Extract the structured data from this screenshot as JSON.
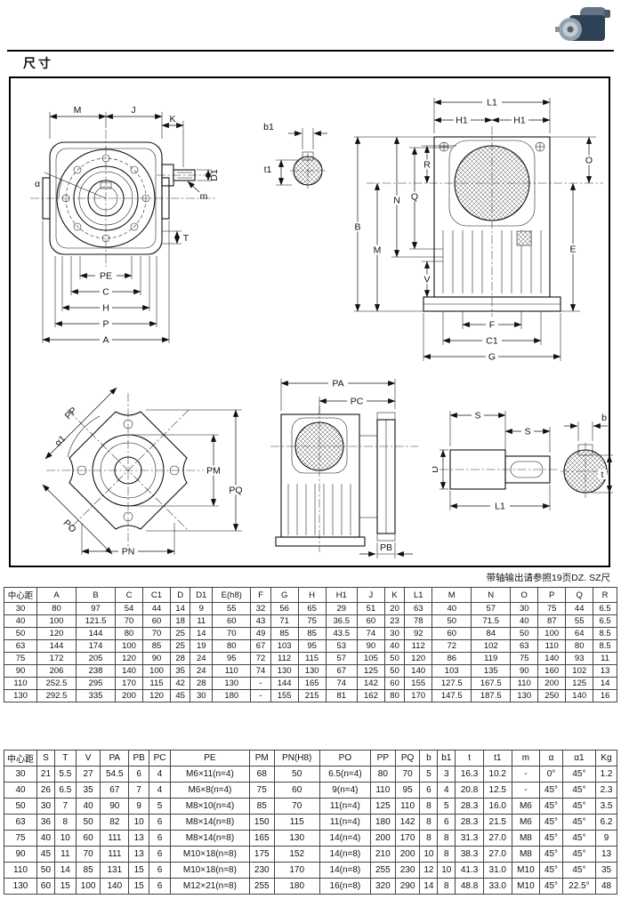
{
  "page": {
    "title": "尺寸",
    "note": "带轴输出请参照19页DZ. SZ尺"
  },
  "labels": {
    "front": {
      "M": "M",
      "J": "J",
      "K": "K",
      "D1": "D1",
      "alpha": "α",
      "T": "T",
      "m": "m",
      "PE": "PE",
      "C": "C",
      "H": "H",
      "P": "P",
      "A": "A"
    },
    "key1": {
      "b1": "b1",
      "t1": "t1"
    },
    "side": {
      "L1": "L1",
      "H1a": "H1",
      "H1b": "H1",
      "B": "B",
      "M": "M",
      "N": "N",
      "Q": "Q",
      "R": "R",
      "V": "V",
      "O": "O",
      "E": "E",
      "F": "F",
      "C1": "C1",
      "G": "G"
    },
    "flange": {
      "PP": "PP",
      "alpha1": "α1",
      "PM": "PM",
      "PQ": "PQ",
      "PO": "PO",
      "PN": "PN"
    },
    "mount": {
      "PA": "PA",
      "PC": "PC",
      "PB": "PB"
    },
    "shaft": {
      "S1": "S",
      "S2": "S",
      "D": "D",
      "L1": "L1",
      "b": "b",
      "t": "t"
    }
  },
  "tables": {
    "dim1": {
      "headers": [
        "中心距",
        "A",
        "B",
        "C",
        "C1",
        "D",
        "D1",
        "E(h8)",
        "F",
        "G",
        "H",
        "H1",
        "J",
        "K",
        "L1",
        "M",
        "N",
        "O",
        "P",
        "Q",
        "R"
      ],
      "rows": [
        [
          "30",
          "80",
          "97",
          "54",
          "44",
          "14",
          "9",
          "55",
          "32",
          "56",
          "65",
          "29",
          "51",
          "20",
          "63",
          "40",
          "57",
          "30",
          "75",
          "44",
          "6.5"
        ],
        [
          "40",
          "100",
          "121.5",
          "70",
          "60",
          "18",
          "11",
          "60",
          "43",
          "71",
          "75",
          "36.5",
          "60",
          "23",
          "78",
          "50",
          "71.5",
          "40",
          "87",
          "55",
          "6.5"
        ],
        [
          "50",
          "120",
          "144",
          "80",
          "70",
          "25",
          "14",
          "70",
          "49",
          "85",
          "85",
          "43.5",
          "74",
          "30",
          "92",
          "60",
          "84",
          "50",
          "100",
          "64",
          "8.5"
        ],
        [
          "63",
          "144",
          "174",
          "100",
          "85",
          "25",
          "19",
          "80",
          "67",
          "103",
          "95",
          "53",
          "90",
          "40",
          "112",
          "72",
          "102",
          "63",
          "110",
          "80",
          "8.5"
        ],
        [
          "75",
          "172",
          "205",
          "120",
          "90",
          "28",
          "24",
          "95",
          "72",
          "112",
          "115",
          "57",
          "105",
          "50",
          "120",
          "86",
          "119",
          "75",
          "140",
          "93",
          "11"
        ],
        [
          "90",
          "206",
          "238",
          "140",
          "100",
          "35",
          "24",
          "110",
          "74",
          "130",
          "130",
          "67",
          "125",
          "50",
          "140",
          "103",
          "135",
          "90",
          "160",
          "102",
          "13"
        ],
        [
          "110",
          "252.5",
          "295",
          "170",
          "115",
          "42",
          "28",
          "130",
          "-",
          "144",
          "165",
          "74",
          "142",
          "60",
          "155",
          "127.5",
          "167.5",
          "110",
          "200",
          "125",
          "14"
        ],
        [
          "130",
          "292.5",
          "335",
          "200",
          "120",
          "45",
          "30",
          "180",
          "-",
          "155",
          "215",
          "81",
          "162",
          "80",
          "170",
          "147.5",
          "187.5",
          "130",
          "250",
          "140",
          "16"
        ]
      ]
    },
    "dim2": {
      "headers": [
        "中心距",
        "S",
        "T",
        "V",
        "PA",
        "PB",
        "PC",
        "PE",
        "PM",
        "PN(H8)",
        "PO",
        "PP",
        "PQ",
        "b",
        "b1",
        "t",
        "t1",
        "m",
        "α",
        "α1",
        "Kg"
      ],
      "rows": [
        [
          "30",
          "21",
          "5.5",
          "27",
          "54.5",
          "6",
          "4",
          "M6×11(n=4)",
          "68",
          "50",
          "6.5(n=4)",
          "80",
          "70",
          "5",
          "3",
          "16.3",
          "10.2",
          "-",
          "0°",
          "45°",
          "1.2"
        ],
        [
          "40",
          "26",
          "6.5",
          "35",
          "67",
          "7",
          "4",
          "M6×8(n=4)",
          "75",
          "60",
          "9(n=4)",
          "110",
          "95",
          "6",
          "4",
          "20.8",
          "12.5",
          "-",
          "45°",
          "45°",
          "2.3"
        ],
        [
          "50",
          "30",
          "7",
          "40",
          "90",
          "9",
          "5",
          "M8×10(n=4)",
          "85",
          "70",
          "11(n=4)",
          "125",
          "110",
          "8",
          "5",
          "28.3",
          "16.0",
          "M6",
          "45°",
          "45°",
          "3.5"
        ],
        [
          "63",
          "36",
          "8",
          "50",
          "82",
          "10",
          "6",
          "M8×14(n=8)",
          "150",
          "115",
          "11(n=4)",
          "180",
          "142",
          "8",
          "6",
          "28.3",
          "21.5",
          "M6",
          "45°",
          "45°",
          "6.2"
        ],
        [
          "75",
          "40",
          "10",
          "60",
          "111",
          "13",
          "6",
          "M8×14(n=8)",
          "165",
          "130",
          "14(n=4)",
          "200",
          "170",
          "8",
          "8",
          "31.3",
          "27.0",
          "M8",
          "45°",
          "45°",
          "9"
        ],
        [
          "90",
          "45",
          "11",
          "70",
          "111",
          "13",
          "6",
          "M10×18(n=8)",
          "175",
          "152",
          "14(n=8)",
          "210",
          "200",
          "10",
          "8",
          "38.3",
          "27.0",
          "M8",
          "45°",
          "45°",
          "13"
        ],
        [
          "110",
          "50",
          "14",
          "85",
          "131",
          "15",
          "6",
          "M10×18(n=8)",
          "230",
          "170",
          "14(n=8)",
          "255",
          "230",
          "12",
          "10",
          "41.3",
          "31.0",
          "M10",
          "45°",
          "45°",
          "35"
        ],
        [
          "130",
          "60",
          "15",
          "100",
          "140",
          "15",
          "6",
          "M12×21(n=8)",
          "255",
          "180",
          "16(n=8)",
          "320",
          "290",
          "14",
          "8",
          "48.8",
          "33.0",
          "M10",
          "45°",
          "22.5°",
          "48"
        ]
      ]
    }
  }
}
